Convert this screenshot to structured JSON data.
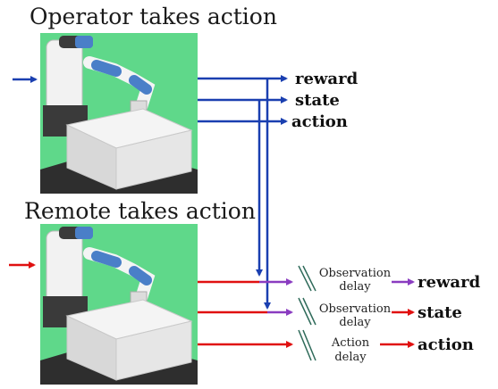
{
  "titles": {
    "operator": "Operator takes action",
    "remote": "Remote takes action"
  },
  "operator_outputs": [
    "reward",
    "state",
    "action"
  ],
  "remote_outputs": [
    {
      "delay_line1": "Observation",
      "delay_line2": "delay",
      "label": "reward"
    },
    {
      "delay_line1": "Observation",
      "delay_line2": "delay",
      "label": "state"
    },
    {
      "delay_line1": "Action",
      "delay_line2": "delay",
      "label": "action"
    }
  ],
  "colors": {
    "operator_arrow": "#1a3fb0",
    "remote_arrow": "#e01010",
    "delayed_arrow": "#8a3cc0",
    "scene_background": "#5fd88a",
    "delay_hatch": "#2f6b5a"
  },
  "icons": [
    "robot-arm-scene-operator",
    "robot-arm-scene-remote"
  ]
}
